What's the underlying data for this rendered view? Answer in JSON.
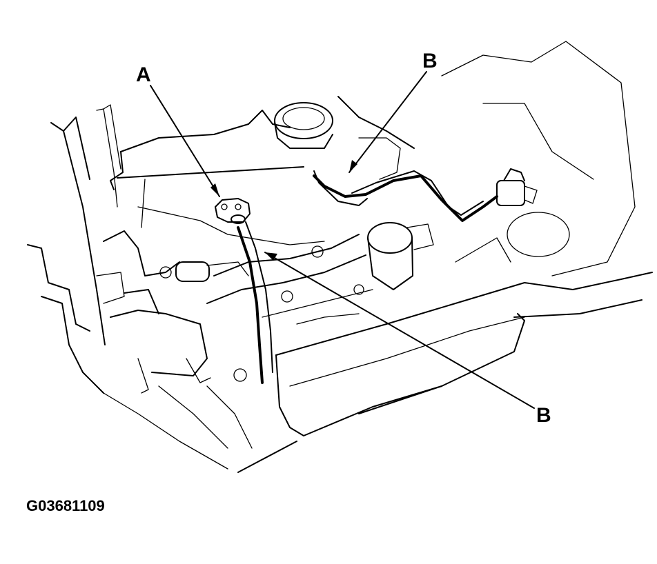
{
  "callouts": {
    "a_label": "A",
    "b_upper_label": "B",
    "b_lower_label": "B"
  },
  "figure_id": "G03681109",
  "colors": {
    "ink": "#000000",
    "paper": "#ffffff"
  }
}
